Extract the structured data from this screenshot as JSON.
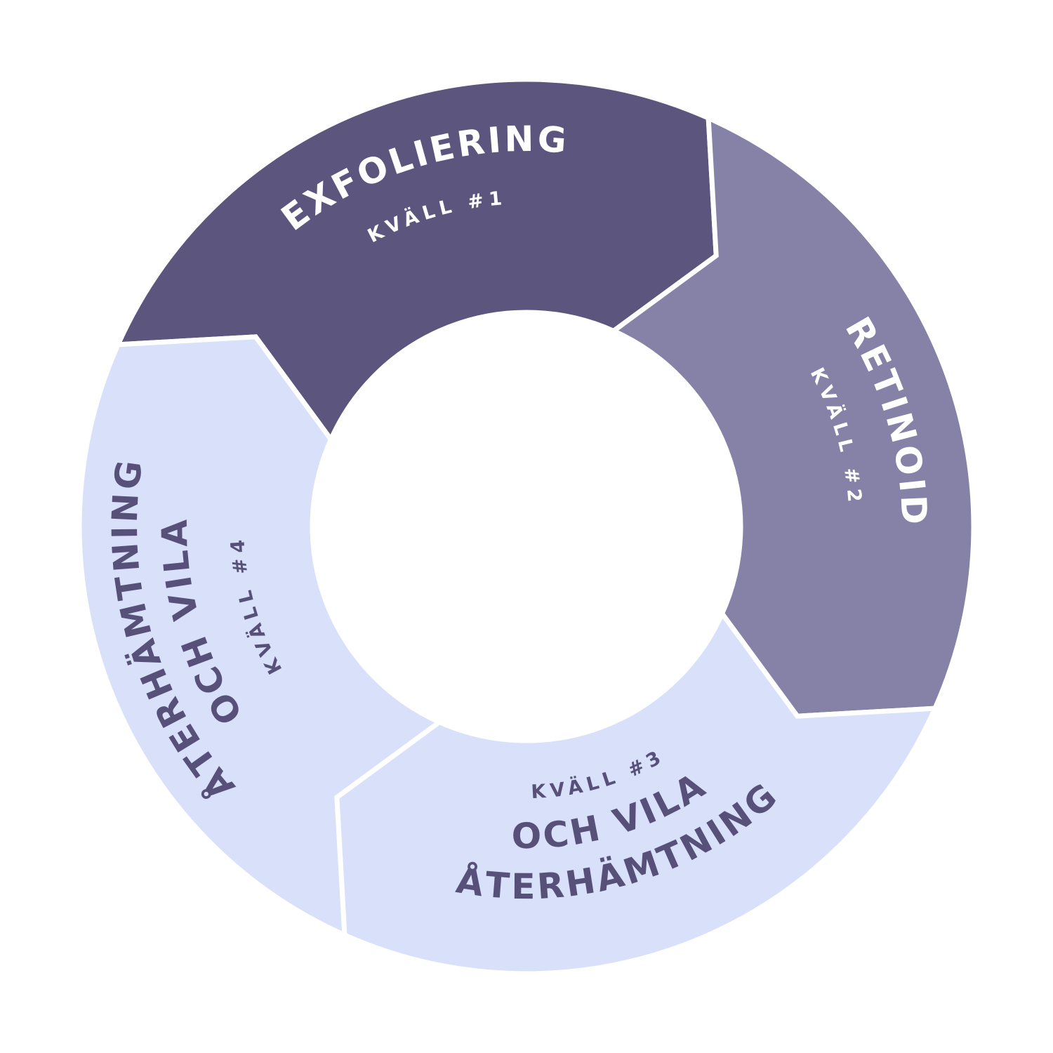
{
  "colors": {
    "background": "#ffffff",
    "dark": "#5c557d",
    "medium": "#8581a7",
    "light": "#d9e0fa",
    "text_on_dark": "#ffffff",
    "text_on_light": "#57517a"
  },
  "segments": [
    {
      "title": "EXFOLIERING",
      "subtitle": "KVÄLL #1",
      "color": "dark",
      "text_color": "text_on_dark"
    },
    {
      "title": "RETINOID",
      "subtitle": "KVÄLL #2",
      "color": "medium",
      "text_color": "text_on_dark"
    },
    {
      "title": "ÅTERHÄMTNING",
      "title_line2": "OCH VILA",
      "subtitle": "KVÄLL #3",
      "color": "light",
      "text_color": "text_on_light"
    },
    {
      "title": "ÅTERHÄMTNING",
      "title_line2": "OCH VILA",
      "subtitle": "KVÄLL #4",
      "color": "light",
      "text_color": "text_on_light"
    }
  ]
}
